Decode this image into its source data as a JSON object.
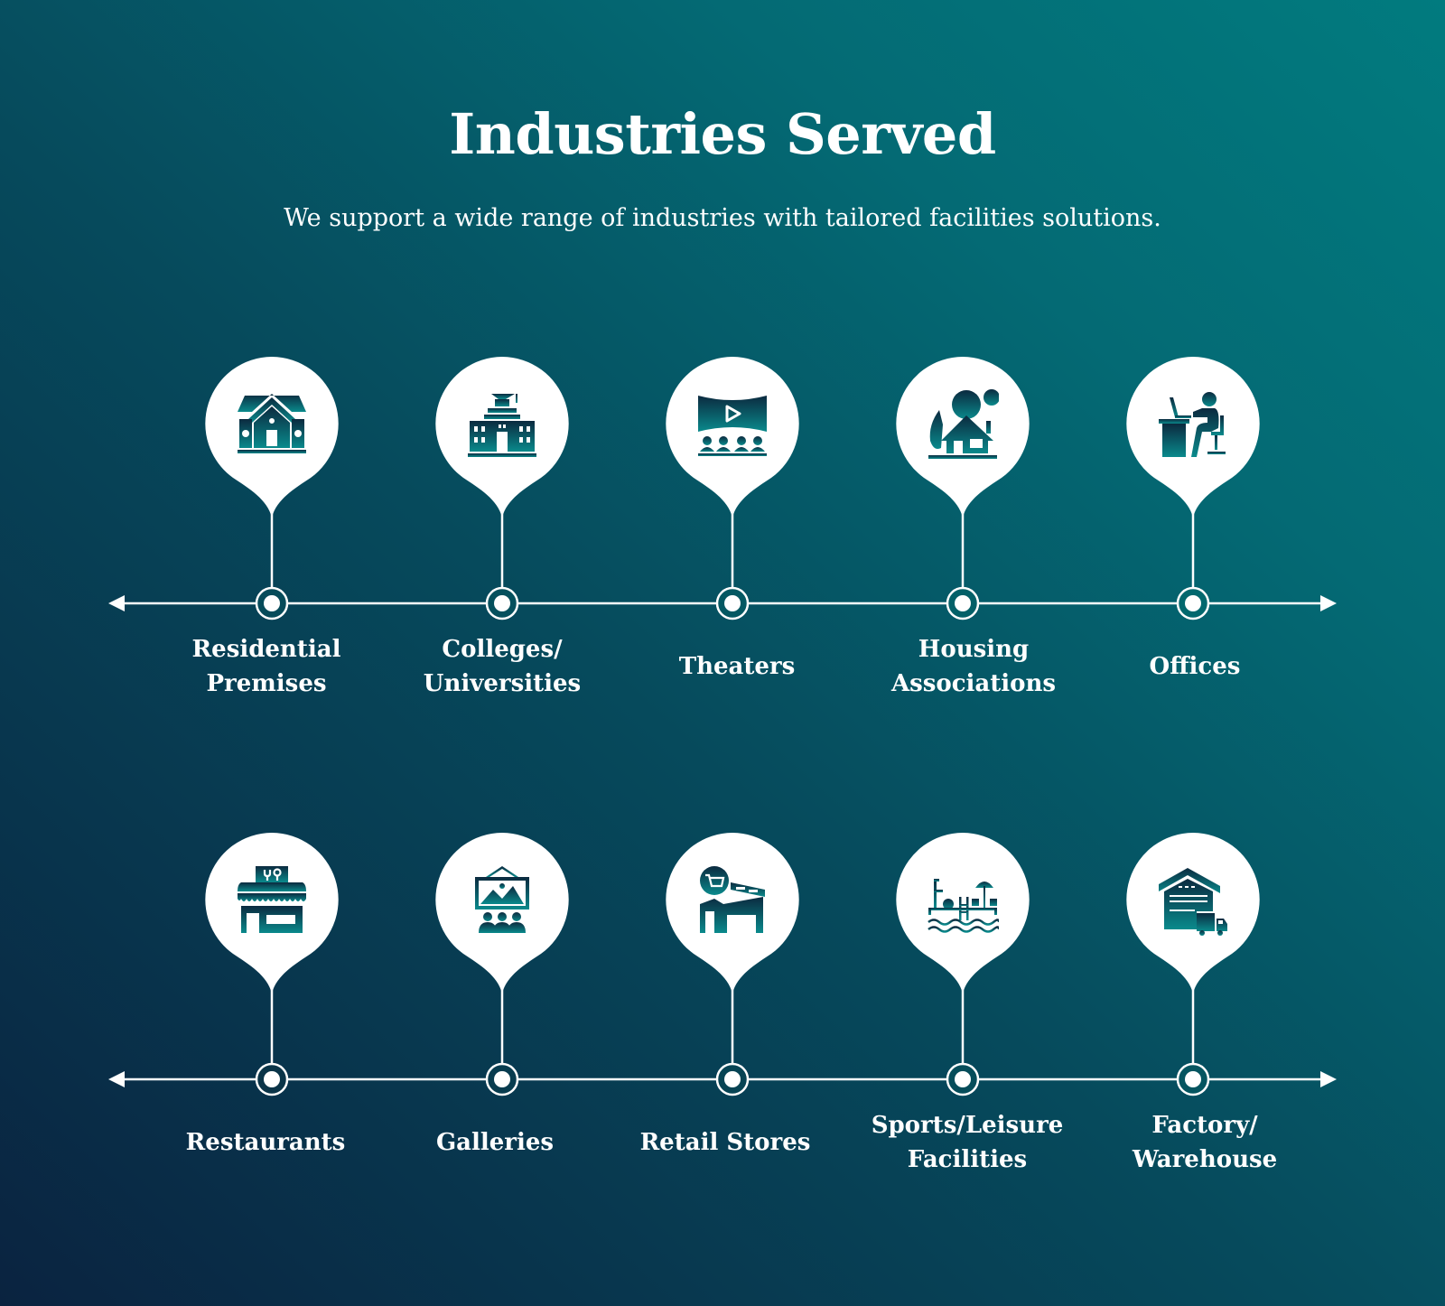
{
  "header": {
    "title": "Industries Served",
    "subtitle": "We support a wide range of industries with tailored facilities solutions."
  },
  "colors": {
    "background_gradient_start": "#0a2340",
    "background_gradient_end": "#017b7f",
    "icon_gradient_top": "#0b2a3f",
    "icon_gradient_bottom": "#0a8a8c",
    "pin_fill": "#ffffff",
    "line_color": "#ffffff"
  },
  "rows": [
    {
      "items": [
        {
          "label_line1": "Residential",
          "label_line2": "Premises",
          "icon": "house-icon"
        },
        {
          "label_line1": "Colleges/",
          "label_line2": "Universities",
          "icon": "university-icon"
        },
        {
          "label_line1": "Theaters",
          "label_line2": "",
          "icon": "theater-icon"
        },
        {
          "label_line1": "Housing",
          "label_line2": "Associations",
          "icon": "housing-icon"
        },
        {
          "label_line1": "Offices",
          "label_line2": "",
          "icon": "office-worker-icon"
        }
      ]
    },
    {
      "items": [
        {
          "label_line1": "Restaurants",
          "label_line2": "",
          "icon": "restaurant-icon"
        },
        {
          "label_line1": "Galleries",
          "label_line2": "",
          "icon": "gallery-icon"
        },
        {
          "label_line1": "Retail Stores",
          "label_line2": "",
          "icon": "retail-store-icon"
        },
        {
          "label_line1": "Sports/Leisure",
          "label_line2": "Facilities",
          "icon": "pool-leisure-icon"
        },
        {
          "label_line1": "Factory/",
          "label_line2": "Warehouse",
          "icon": "warehouse-icon"
        }
      ]
    }
  ]
}
